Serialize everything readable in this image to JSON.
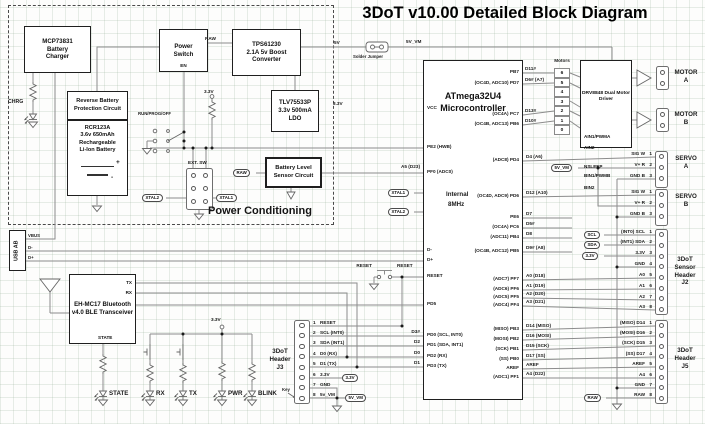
{
  "title": "3DoT v10.00 Detailed Block Diagram",
  "power": {
    "section_label": "Power Conditioning",
    "mcp": [
      "MCP73831",
      "Battery",
      "Charger"
    ],
    "reverse": [
      "Reverse Battery",
      "Protection Circuit"
    ],
    "battery": [
      "RCR123A",
      "3.6v 650mAh",
      "Rechargeable",
      "Li-Ion Battery"
    ],
    "battery_plus": "+",
    "battery_minus": "-",
    "power_switch": [
      "Power",
      "Switch"
    ],
    "en": "EN",
    "tps": [
      "TPS61230",
      "2.1A 5v Boost",
      "Converter"
    ],
    "tlv": [
      "TLV75533P",
      "3.3v 500mA",
      "LDO"
    ],
    "battery_level": [
      "Battery Level",
      "Sensor Circuit"
    ],
    "raw": "RAW",
    "v5": "5V",
    "v5_vm": "5V_VM",
    "solder_jumper": "Solder Jumper",
    "v33": "3.3V",
    "v33_pullup": "3.3V",
    "run_prog_off": "RUN/PROG/OFF",
    "ext_sw": "EXT. SW",
    "xtal1": "XTAL1",
    "xtal2": "XTAL2",
    "chrg": "CHRG",
    "raw_sense": "RAW"
  },
  "usb": {
    "label": "USB AB",
    "vbus": "VBUS",
    "dm": "D-",
    "dp": "D+"
  },
  "ble": {
    "name": [
      "EH-MC17 Bluetooth",
      "v4.0 BLE Transceiver"
    ],
    "tx": "TX",
    "rx": "RX",
    "state": "STATE"
  },
  "leds": {
    "v33": "3.3V",
    "state": "STATE",
    "rx": "RX",
    "tx": "TX",
    "pwr": "PWR",
    "blink": "BLINK"
  },
  "reset": {
    "left": "RESET",
    "right": "RESET"
  },
  "mcu": {
    "name": [
      "ATmega32U4",
      "Microcontroller"
    ],
    "osc": [
      "Internal",
      "8MHz"
    ],
    "v33": "3.3V",
    "a5": "A5 (D23)",
    "xtal1": "XTAL1",
    "xtal2": "XTAL2",
    "d3": "D3#",
    "d2": "D2",
    "d0": "D0",
    "d1": "D1",
    "left": [
      "VCC",
      "PE2 (HWB)",
      "PF0 (ADC0)",
      "D-",
      "D+",
      "RESET",
      "PD5",
      "PD0 (SCL, INT0)",
      "PD1 (SDA, INT1)",
      "PD2 (RX)",
      "PD3 (TX)"
    ],
    "right": [
      {
        "in": "PB7",
        "out": "D11#"
      },
      {
        "in": "(OC4D, ADC10) PD7",
        "out": "D6# (A7)"
      },
      {
        "in": "(OC4A) PC7",
        "out": "D13#"
      },
      {
        "in": "(OC4B, ADC13) PB6",
        "out": "D10#"
      },
      {
        "in": "(ADC8) PD4",
        "out": "D4 (A6)"
      },
      {
        "in": "(OC4D, ADC9) PD6",
        "out": "D12 (A10)"
      },
      {
        "in": "PE6",
        "out": "D7"
      },
      {
        "in": "(OC4A) PC6",
        "out": "D5#"
      },
      {
        "in": "(ADC11) PB4",
        "out": "D8"
      },
      {
        "in": "(OC4B, ADC12) PB5",
        "out": "D9# (A8)"
      },
      {
        "in": "(ADC7) PF7",
        "out": "A0 (D18)"
      },
      {
        "in": "(ADC6) PF6",
        "out": "A1 (D19)"
      },
      {
        "in": "(ADC5) PF5",
        "out": "A2 (D20)"
      },
      {
        "in": "(ADC4) PF4",
        "out": "A3 (D21)"
      },
      {
        "in": "(MISO) PB3",
        "out": "D14 (MISO)"
      },
      {
        "in": "(MOSI) PB2",
        "out": "D16 (MOSI)"
      },
      {
        "in": "(SCK) PB1",
        "out": "D15 (SCK)"
      },
      {
        "in": "(SS) PB0",
        "out": "D17 (SS)"
      },
      {
        "in": "AREF",
        "out": "AREF"
      },
      {
        "in": "(ADC1) PF1",
        "out": "A4 (D22)"
      }
    ]
  },
  "motors": {
    "header": "Motors",
    "cells": [
      "6",
      "5",
      "4",
      "3",
      "2",
      "1",
      "0"
    ]
  },
  "drv": {
    "name": [
      "DRV8848 Dual Motor",
      "Driver"
    ],
    "pins": [
      "AIN1/PWMA",
      "AIN2",
      "NSLEEP",
      "BIN1/PWMB",
      "BIN2"
    ]
  },
  "motor_a": [
    "MOTOR",
    "A"
  ],
  "motor_b": [
    "MOTOR",
    "B"
  ],
  "servo": {
    "v5_vm": "5V_VM",
    "a_label": [
      "SERVO",
      "A"
    ],
    "b_label": [
      "SERVO",
      "B"
    ],
    "rows": [
      {
        "name": "SIG W",
        "num": "1"
      },
      {
        "name": "V+ R",
        "num": "2"
      },
      {
        "name": "GND B",
        "num": "3"
      }
    ]
  },
  "j2": {
    "label": [
      "3DoT",
      "Sensor",
      "Header",
      "J2"
    ],
    "scl": "SCL",
    "sda": "SDA",
    "v33": "3.3V",
    "pins": [
      {
        "name": "(INT0) SCL",
        "num": "1"
      },
      {
        "name": "(INT1) SDA",
        "num": "2"
      },
      {
        "name": "3.3V",
        "num": "3"
      },
      {
        "name": "GND",
        "num": "4"
      },
      {
        "name": "A0",
        "num": "5"
      },
      {
        "name": "A1",
        "num": "6"
      },
      {
        "name": "A2",
        "num": "7"
      },
      {
        "name": "A3",
        "num": "8"
      }
    ]
  },
  "j5": {
    "label": [
      "3DoT",
      "Header",
      "J5"
    ],
    "raw": "RAW",
    "pins": [
      {
        "name": "(MISO) D14",
        "num": "1"
      },
      {
        "name": "(MOSI) D16",
        "num": "2"
      },
      {
        "name": "(SCK) D15",
        "num": "3"
      },
      {
        "name": "(SS) D17",
        "num": "4"
      },
      {
        "name": "AREF",
        "num": "5"
      },
      {
        "name": "A4",
        "num": "6"
      },
      {
        "name": "GND",
        "num": "7"
      },
      {
        "name": "RAW",
        "num": "8"
      }
    ]
  },
  "j3": {
    "label": [
      "3DoT",
      "Header",
      "J3"
    ],
    "key": "Key",
    "v33": "3.3V",
    "v5_vm": "5V_VM",
    "pins": [
      {
        "num": "1",
        "name": "RESET"
      },
      {
        "num": "2",
        "name": "SCL (INT0)"
      },
      {
        "num": "3",
        "name": "SDA (INT1)"
      },
      {
        "num": "4",
        "name": "D0 (RX)"
      },
      {
        "num": "5",
        "name": "D1 (TX)"
      },
      {
        "num": "6",
        "name": "3.3V"
      },
      {
        "num": "7",
        "name": "GND"
      },
      {
        "num": "8",
        "name": "5v_VM"
      }
    ]
  }
}
